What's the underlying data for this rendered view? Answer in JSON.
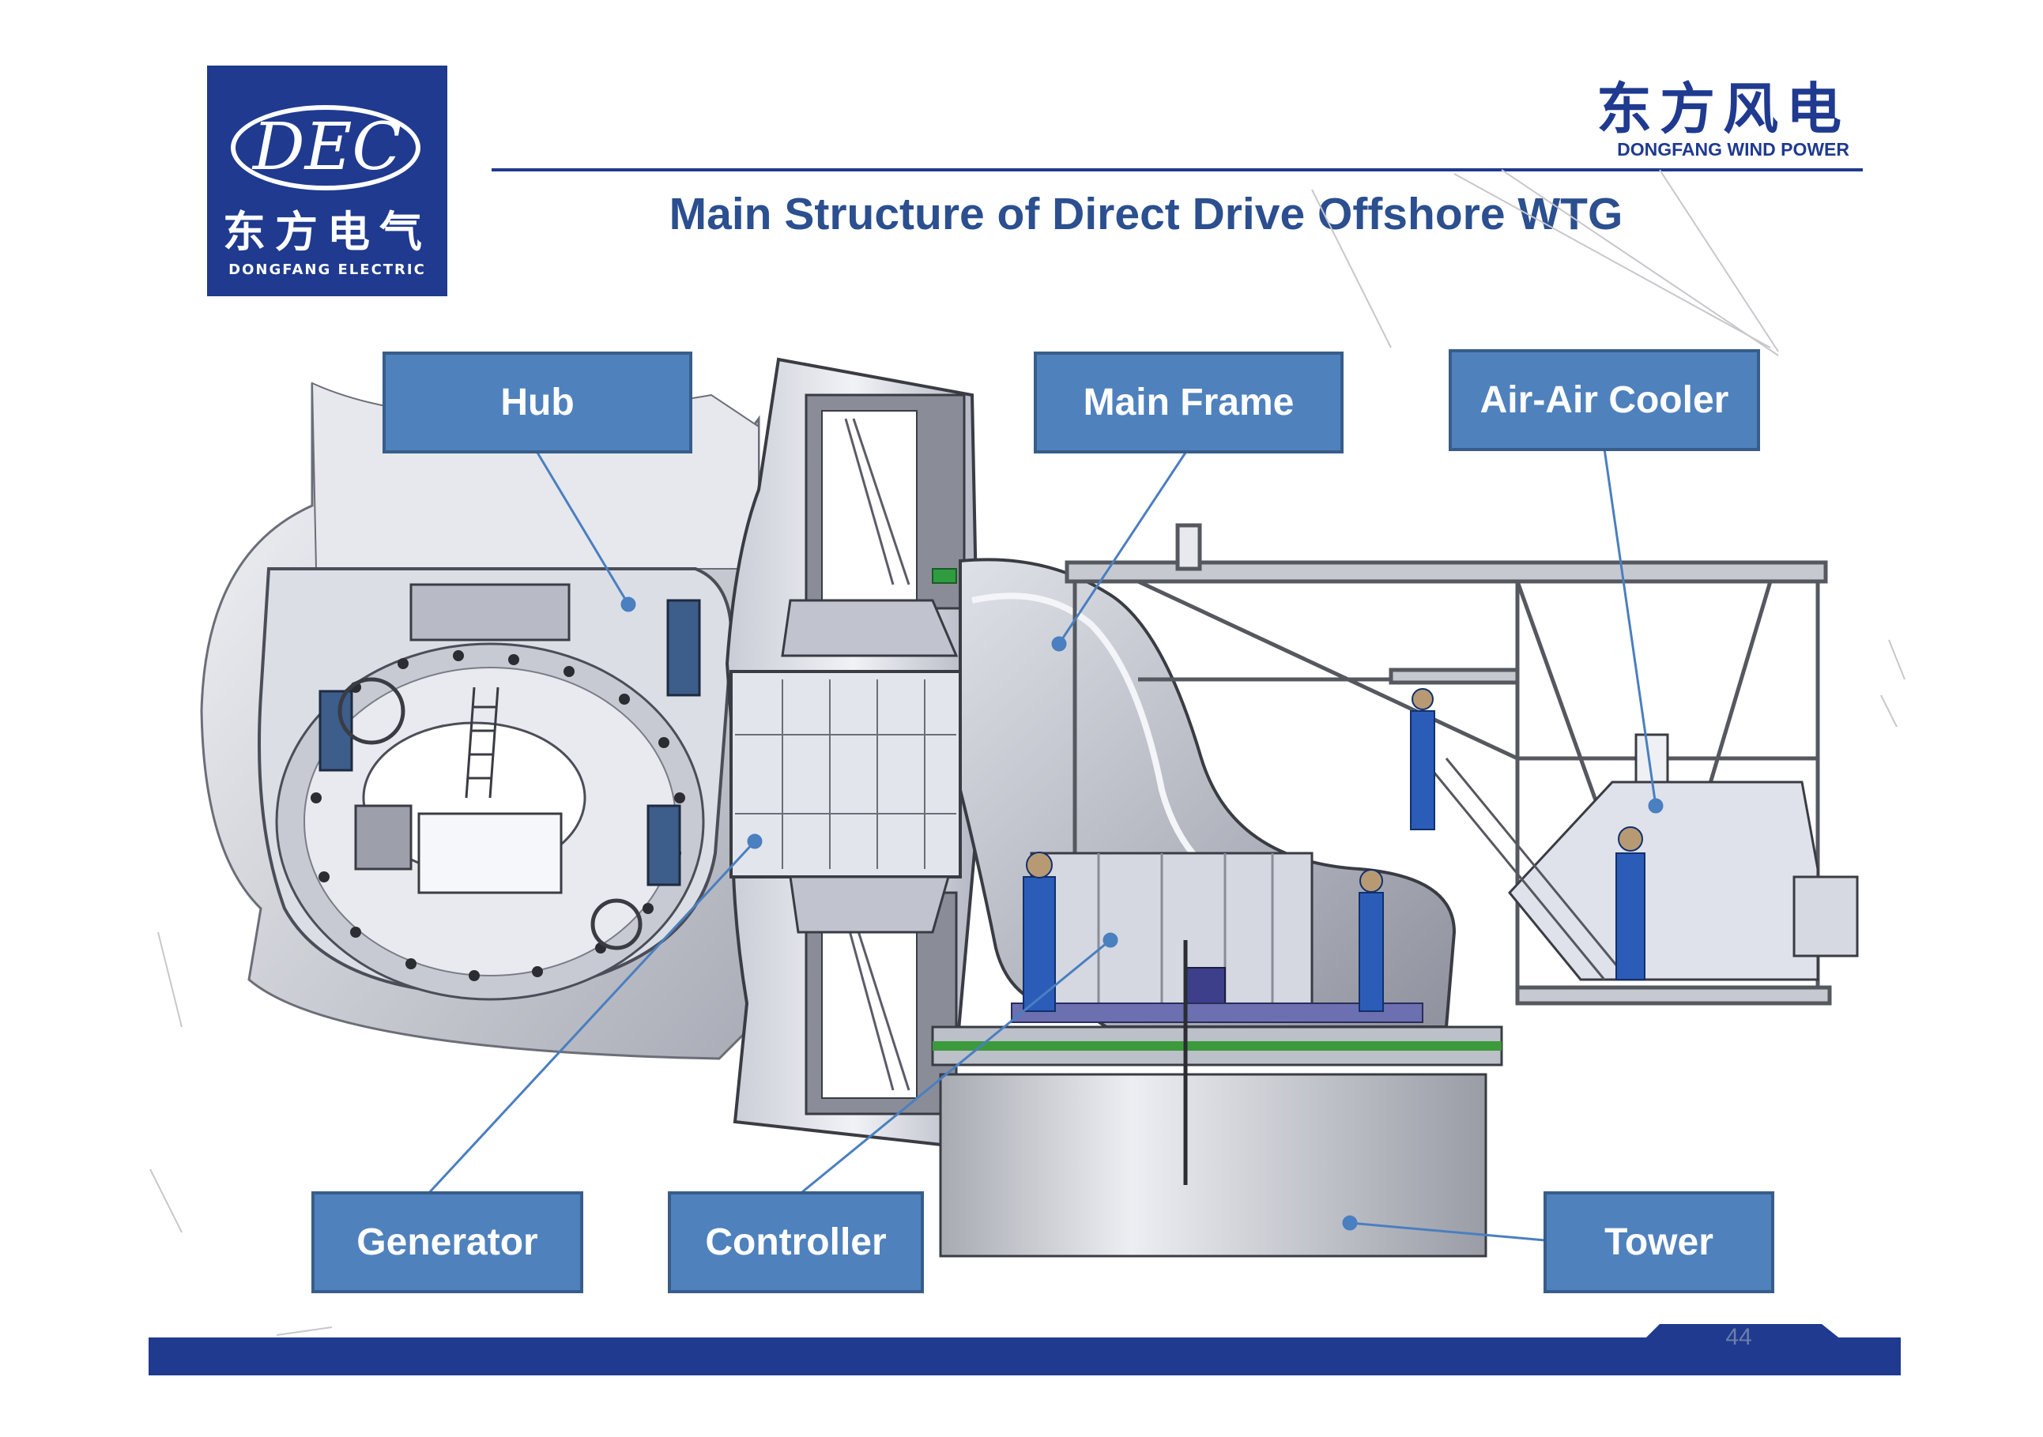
{
  "logo": {
    "abbr": "DEC",
    "name_cn": "东方电气",
    "name_en": "DONGFANG ELECTRIC"
  },
  "brand": {
    "name_cn": "东方风电",
    "name_en": "DONGFANG WIND POWER"
  },
  "title": "Main Structure of Direct Drive Offshore WTG",
  "labels": {
    "hub": "Hub",
    "main_frame": "Main Frame",
    "air_air_cooler": "Air-Air Cooler",
    "generator": "Generator",
    "controller": "Controller",
    "tower": "Tower"
  },
  "page_number": "44",
  "colors": {
    "brand_navy": "#1F3A8F",
    "label_fill": "#4F81BD",
    "title_blue": "#2B4F8F"
  }
}
